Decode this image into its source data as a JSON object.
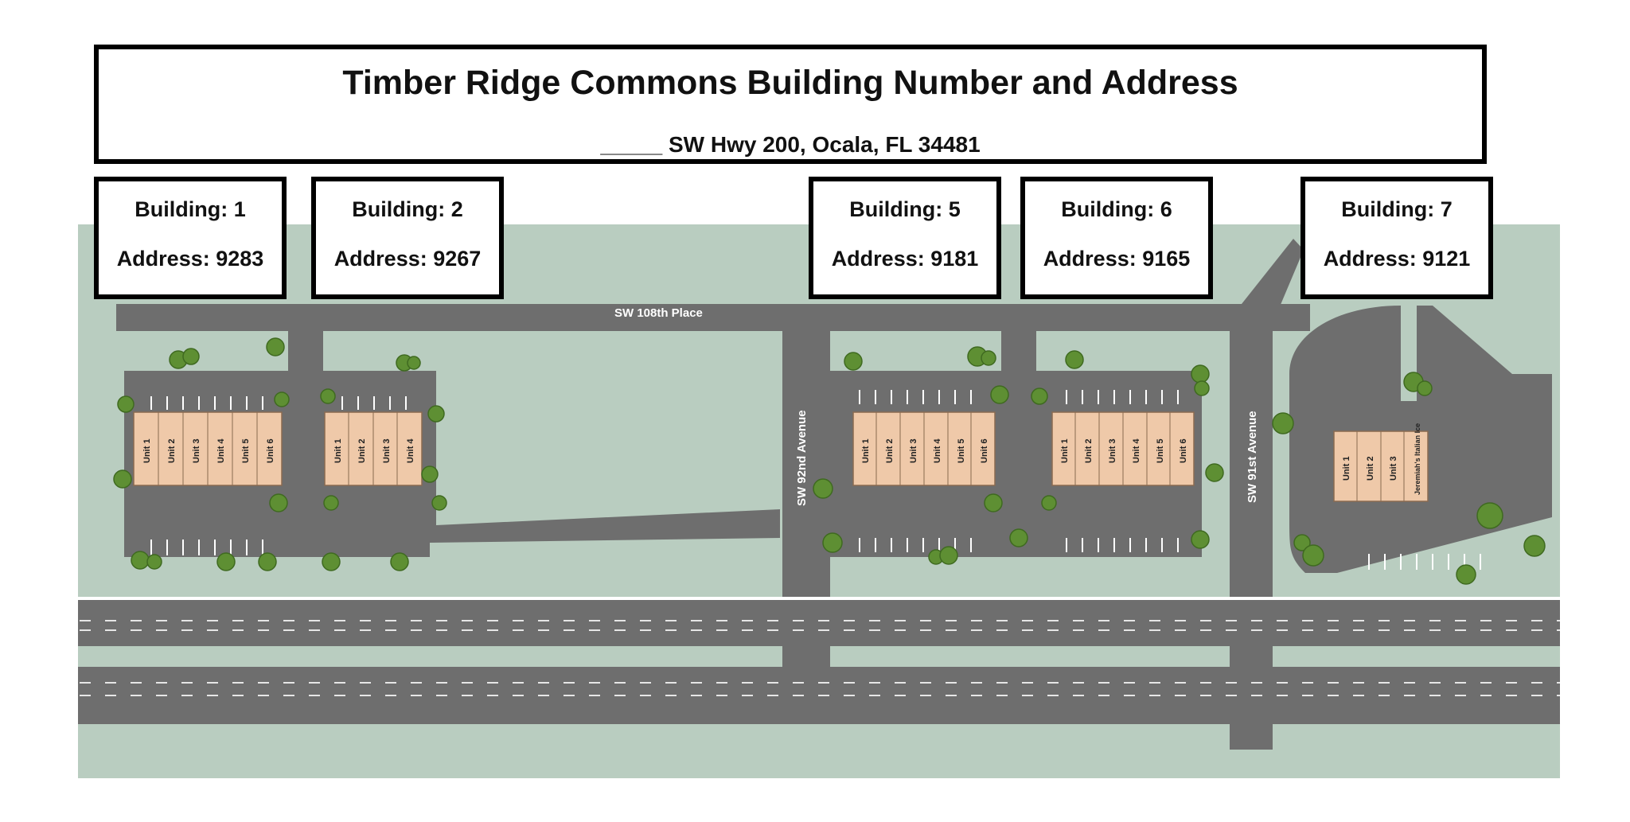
{
  "header": {
    "title": "Timber Ridge Commons Building Number and Address",
    "subtitle": "_____ SW Hwy 200, Ocala, FL 34481"
  },
  "buildings": [
    {
      "label": "Building:",
      "number": "1",
      "address_label": "Address:",
      "address": "9283"
    },
    {
      "label": "Building:",
      "number": "2",
      "address_label": "Address:",
      "address": "9267"
    },
    {
      "label": "Building:",
      "number": "5",
      "address_label": "Address:",
      "address": "9181"
    },
    {
      "label": "Building:",
      "number": "6",
      "address_label": "Address:",
      "address": "9165"
    },
    {
      "label": "Building:",
      "number": "7",
      "address_label": "Address:",
      "address": "9121"
    }
  ],
  "streets": {
    "sw_108th": "SW 108th Place",
    "sw_92nd": "SW 92nd Avenue",
    "sw_91st": "SW 91st Avenue"
  },
  "units": {
    "b1": [
      "Unit 1",
      "Unit 2",
      "Unit 3",
      "Unit 4",
      "Unit 5",
      "Unit 6"
    ],
    "b2": [
      "Unit 1",
      "Unit 2",
      "Unit 3",
      "Unit 4"
    ],
    "b5": [
      "Unit 1",
      "Unit 2",
      "Unit 3",
      "Unit 4",
      "Unit 5",
      "Unit 6"
    ],
    "b6": [
      "Unit 1",
      "Unit 2",
      "Unit 3",
      "Unit 4",
      "Unit 5",
      "Unit 6"
    ],
    "b7": [
      "Unit 1",
      "Unit 2",
      "Unit 3",
      "Jeremiah's Italian Ice"
    ]
  },
  "colors": {
    "grass": "#b9cdc0",
    "road": "#6e6e6e",
    "building": "#efc9a9",
    "tree": "#5e8f33"
  }
}
